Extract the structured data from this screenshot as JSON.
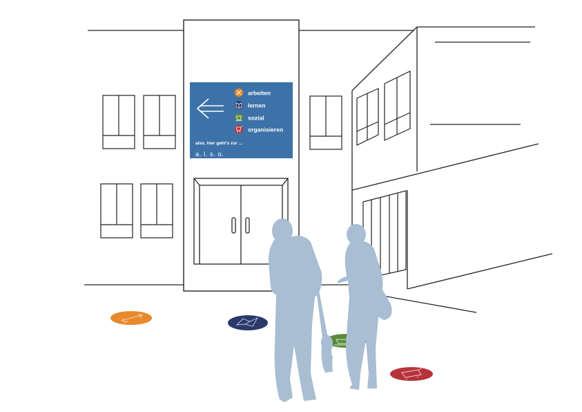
{
  "sign": {
    "background_color": "#3d72a8",
    "arrow_direction": "left",
    "items": [
      {
        "label": "arbeiten",
        "icon": "tools-icon",
        "color": "#e8892e"
      },
      {
        "label": "lernen",
        "icon": "open-book-icon",
        "color": "#2b3a6b"
      },
      {
        "label": "sozial",
        "icon": "coffee-cup-icon",
        "color": "#5a8a3a"
      },
      {
        "label": "organisieren",
        "icon": "stroller-icon",
        "color": "#b7333a"
      }
    ],
    "tagline": "also, hier geht's zur ...",
    "brand": "a. l. s. o."
  },
  "floor_markers": [
    {
      "category": "arbeiten",
      "color": "#e8892e"
    },
    {
      "category": "lernen",
      "color": "#2b3a6b"
    },
    {
      "category": "sozial",
      "color": "#5a8a3a"
    },
    {
      "category": "organisieren",
      "color": "#b7333a"
    }
  ],
  "figures_color": "#a9bdd3"
}
